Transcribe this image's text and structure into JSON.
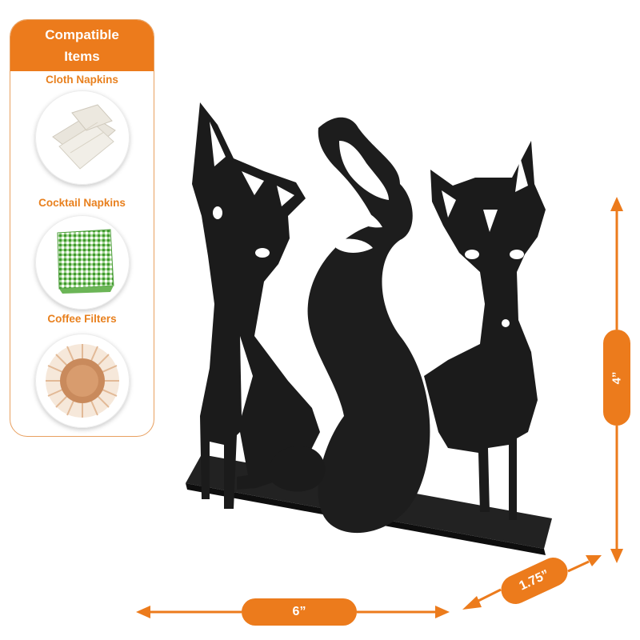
{
  "panel": {
    "title": "Compatible Items",
    "items": [
      {
        "label": "Cloth Napkins",
        "icon": "cloth-napkins-icon"
      },
      {
        "label": "Cocktail Napkins",
        "icon": "cocktail-napkins-icon"
      },
      {
        "label": "Coffee Filters",
        "icon": "coffee-filters-icon"
      }
    ]
  },
  "dimensions": {
    "height": "4”",
    "width": "6”",
    "depth": "1.75”"
  },
  "colors": {
    "accent": "#ec7b1c",
    "product": "#1b1b1b",
    "check_green": "#4fae3a"
  }
}
